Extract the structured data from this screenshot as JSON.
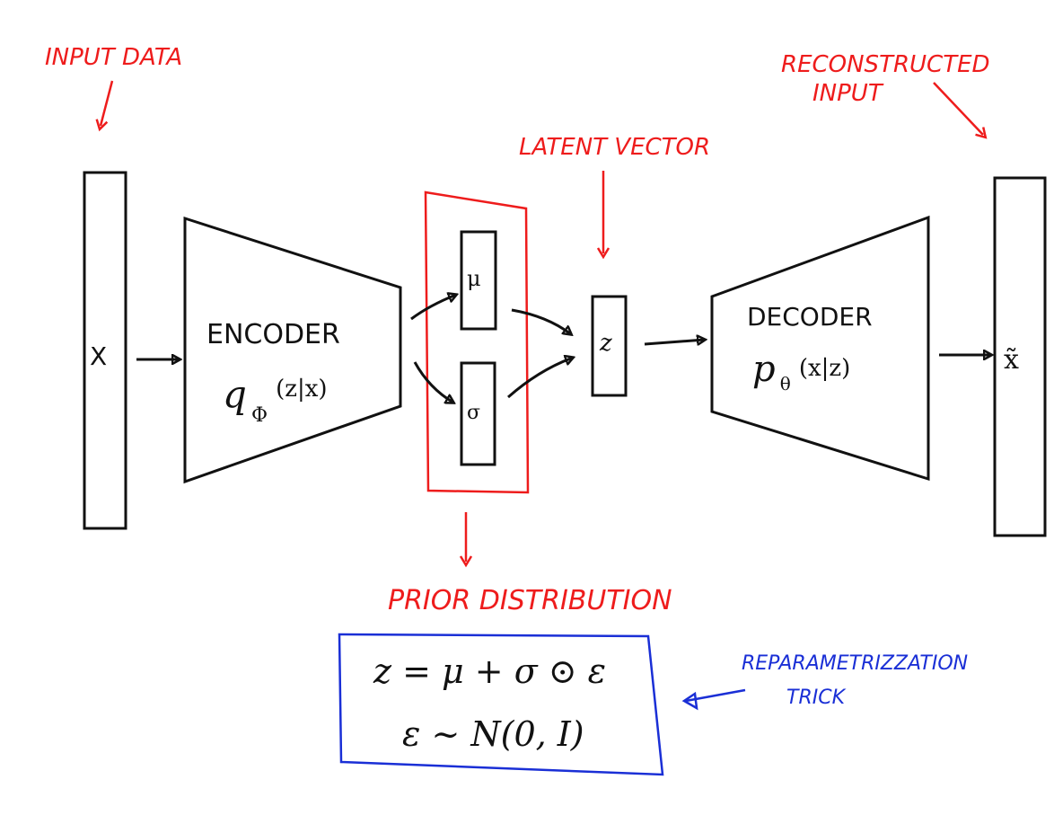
{
  "colors": {
    "ink": "#111111",
    "annotation": "#ee1c1c",
    "formula_box": "#1a2fd6"
  },
  "annotations": {
    "input_data": "INPUT DATA",
    "reconstructed_line1": "RECONSTRUCTED",
    "reconstructed_line2": "INPUT",
    "latent_vector": "LATENT VECTOR",
    "prior_distribution": "PRIOR DISTRIBUTION",
    "reparam_line1": "REPARAMETRIZZATION",
    "reparam_line2": "TRICK"
  },
  "blocks": {
    "input": "X",
    "encoder_name": "ENCODER",
    "encoder_fn": "q",
    "encoder_sub": "Φ",
    "encoder_arg": "(z|x)",
    "mu": "μ",
    "sigma": "σ",
    "z": "z",
    "decoder_name": "DECODER",
    "decoder_fn": "p",
    "decoder_sub": "θ",
    "decoder_arg": "(x|z)",
    "output": "x̃"
  },
  "formula": {
    "line1": "z = μ + σ ⊙ ε",
    "line2": "ε ~ N(0, I)"
  }
}
